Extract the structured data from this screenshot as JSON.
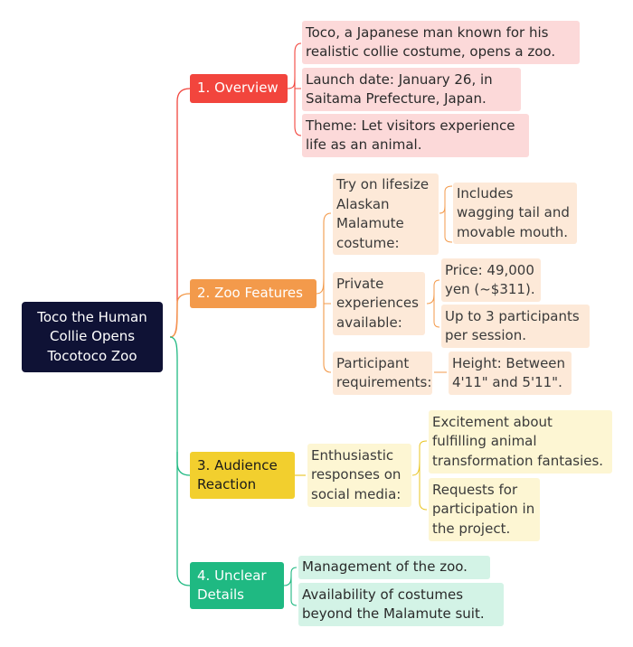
{
  "root": {
    "label": "Toco the Human Collie Opens Tocotoco Zoo"
  },
  "branches": [
    {
      "label": "1. Overview",
      "color": "#f2453d",
      "items": [
        "Toco, a Japanese man known for his realistic collie costume, opens a zoo.",
        "Launch date: January 26, in Saitama Prefecture, Japan.",
        "Theme: Let visitors experience life as an animal."
      ]
    },
    {
      "label": "2. Zoo Features",
      "color": "#f39a4b",
      "groups": [
        {
          "label": "Try on lifesize Alaskan Malamute costume:",
          "details": [
            "Includes wagging tail and movable mouth."
          ]
        },
        {
          "label": "Private experiences available:",
          "details": [
            "Price: 49,000 yen (~$311).",
            "Up to 3 participants per session."
          ]
        },
        {
          "label": "Participant requirements:",
          "details": [
            "Height: Between 4'11\" and 5'11\"."
          ]
        }
      ]
    },
    {
      "label": "3. Audience Reaction",
      "color": "#f2cf2e",
      "groups": [
        {
          "label": "Enthusiastic responses on social media:",
          "details": [
            "Excitement about fulfilling animal transformation fantasies.",
            "Requests for participation in the project."
          ]
        }
      ]
    },
    {
      "label": "4. Unclear Details",
      "color": "#1fb982",
      "items": [
        "Management of the zoo.",
        "Availability of costumes beyond the Malamute suit."
      ]
    }
  ]
}
